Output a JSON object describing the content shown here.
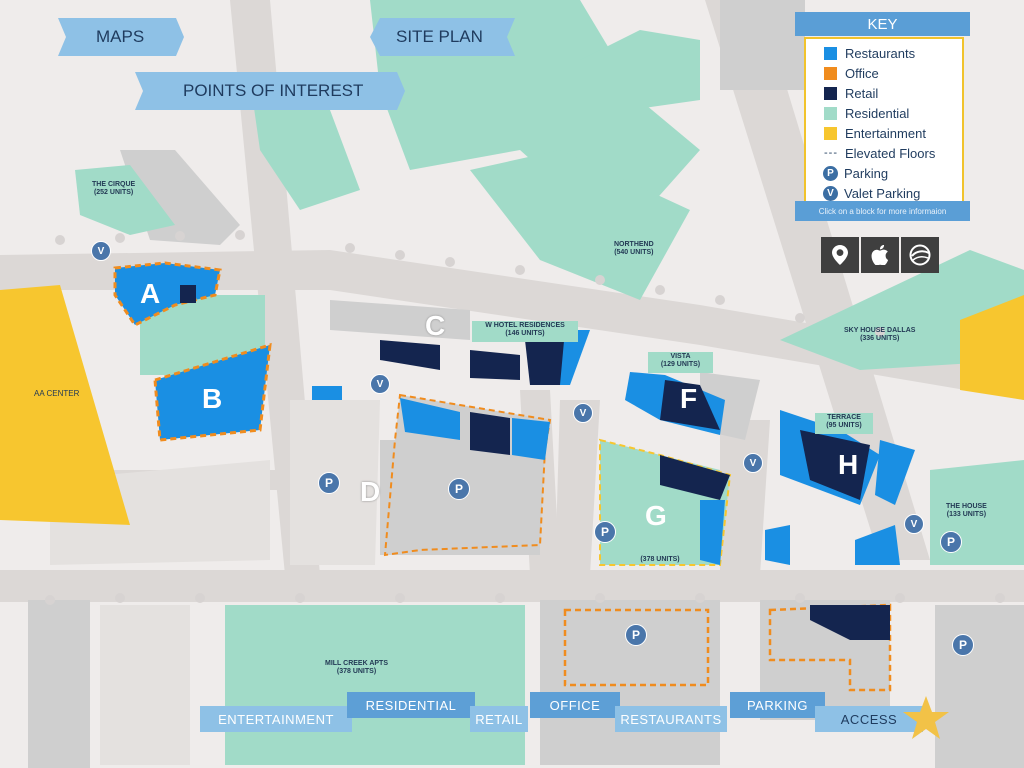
{
  "header": {
    "maps_label": "MAPS",
    "site_plan_label": "SITE PLAN",
    "poi_label": "POINTS OF INTEREST"
  },
  "key": {
    "title": "KEY",
    "items": [
      {
        "label": "Restaurants",
        "color": "#1a8fe3"
      },
      {
        "label": "Office",
        "color": "#f08c1e"
      },
      {
        "label": "Retail",
        "color": "#14254f"
      },
      {
        "label": "Residential",
        "color": "#a1dbc8"
      },
      {
        "label": "Entertainment",
        "color": "#f7c62f"
      }
    ],
    "elevated_label": "Elevated Floors",
    "elevated_symbol": "---",
    "parking_label": "Parking",
    "valet_label": "Valet Parking",
    "parking_symbol": "P",
    "valet_symbol": "V",
    "hint": "Click on a block for more informaion"
  },
  "app_icons": [
    "map-pin-icon",
    "apple-icon",
    "google-earth-icon"
  ],
  "blocks": {
    "a": "A",
    "b": "B",
    "c": "C",
    "d": "D",
    "f": "F",
    "g": "G",
    "h": "H"
  },
  "labels": {
    "cirque": "THE CIRQUE\n(252 UNITS)",
    "northend": "NORTHEND\n(540 UNITS)",
    "sky_house": "SKY HOUSE DALLAS\n(336 UNITS)",
    "w_hotel": "W HOTEL RESIDENCES\n(146 UNITS)",
    "vista": "VISTA\n(129 UNITS)",
    "terrace": "TERRACE\n(95 UNITS)",
    "aa_center": "AA CENTER",
    "the_house": "THE HOUSE\n(133 UNITS)",
    "g_units": "(378 UNITS)",
    "mill_creek": "MILL CREEK APTS\n(378 UNITS)"
  },
  "nav": {
    "entertainment": "ENTERTAINMENT",
    "residential": "RESIDENTIAL",
    "retail": "RETAIL",
    "office": "OFFICE",
    "restaurants": "RESTAURANTS",
    "parking": "PARKING",
    "access": "ACCESS"
  },
  "colors": {
    "road": "#dedad8",
    "ground": "#efeceb",
    "residential": "#a1dbc8",
    "restaurants": "#1a8fe3",
    "retail": "#14254f",
    "entertainment": "#f7c62f",
    "office": "#f08c1e",
    "ribbon_light": "#8ec1e6",
    "ribbon_dark": "#3a6c9d"
  }
}
